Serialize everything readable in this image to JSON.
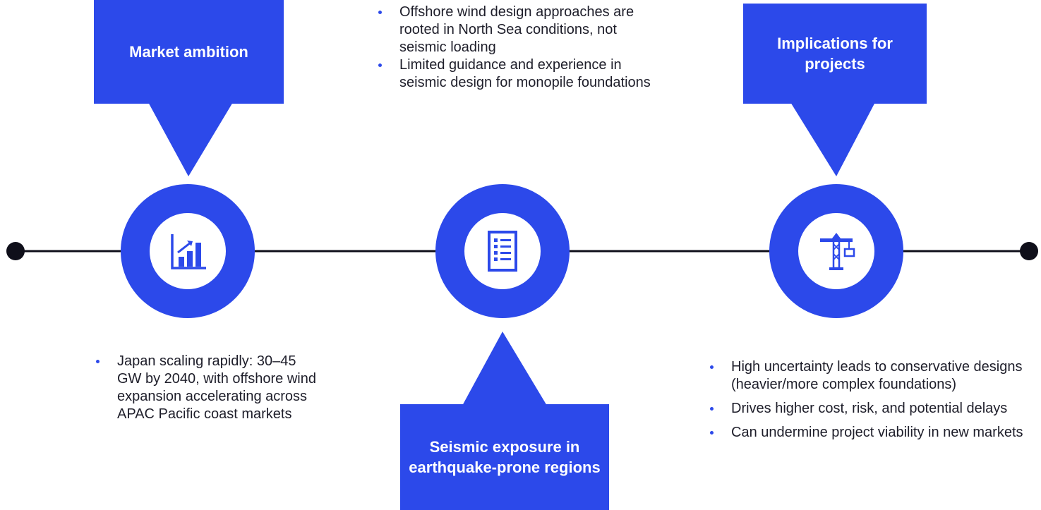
{
  "colors": {
    "accent": "#2c49ea",
    "line": "#0f0f1a",
    "text": "#1e1e2a"
  },
  "stages": [
    {
      "callout": "Market ambition",
      "icon": "bar-chart-growth-icon",
      "bullets": [
        "Japan scaling rapidly: 30–45 GW by 2040, with offshore wind expansion accelerating across APAC Pacific coast markets"
      ]
    },
    {
      "callout": "Seismic exposure in earthquake-prone regions",
      "icon": "checklist-document-icon",
      "bullets": [
        "Offshore wind design approaches are rooted in North Sea conditions, not seismic loading",
        "Limited guidance and experience in seismic design for monopile foundations"
      ]
    },
    {
      "callout": "Implications for projects",
      "icon": "crane-icon",
      "bullets": [
        "High uncertainty leads to conservative designs (heavier/more complex foundations)",
        "Drives higher cost, risk, and potential delays",
        "Can undermine project viability in new markets"
      ]
    }
  ]
}
